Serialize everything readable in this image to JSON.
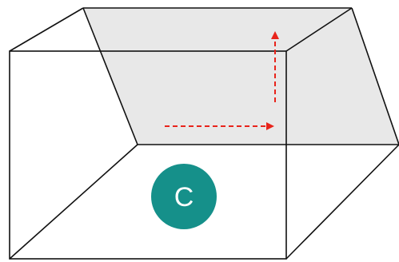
{
  "diagram": {
    "badge": {
      "label": "C"
    },
    "colors": {
      "edge": "#111111",
      "shaded_plane": "#e8e8e8",
      "arrow": "#e8241b",
      "badge_fill": "#15908a",
      "badge_text": "#ffffff"
    },
    "arrows": [
      {
        "name": "horizontal-dashed-arrow",
        "direction": "right"
      },
      {
        "name": "vertical-dashed-arrow",
        "direction": "up"
      }
    ]
  }
}
